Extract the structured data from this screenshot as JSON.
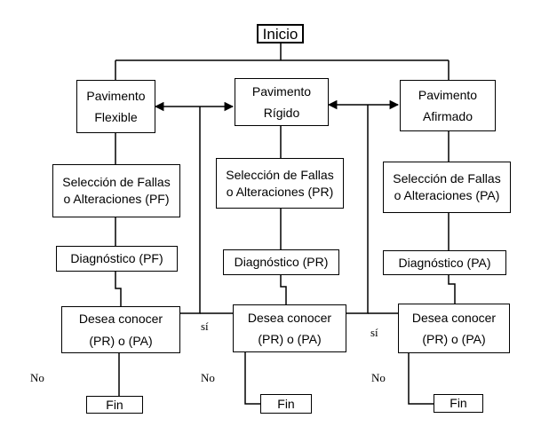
{
  "start": {
    "label": "Inicio"
  },
  "columns": [
    {
      "pavement": [
        "Pavimento",
        "Flexible"
      ],
      "selection": [
        "Selección de Fallas",
        "o Alteraciones (PF)"
      ],
      "diagnosis": "Diagnóstico (PF)",
      "question": [
        "Desea conocer",
        "(PR) o (PA)"
      ],
      "no_label": "No",
      "end": "Fin"
    },
    {
      "pavement": [
        "Pavimento",
        "Rígido"
      ],
      "selection": [
        "Selección de Fallas",
        "o Alteraciones (PR)"
      ],
      "diagnosis": "Diagnóstico (PR)",
      "question": [
        "Desea conocer",
        "(PR) o (PA)"
      ],
      "no_label": "No",
      "end": "Fin"
    },
    {
      "pavement": [
        "Pavimento",
        "Afirmado"
      ],
      "selection": [
        "Selección de Fallas",
        "o Alteraciones (PA)"
      ],
      "diagnosis": "Diagnóstico (PA)",
      "question": [
        "Desea conocer",
        "(PR) o (PA)"
      ],
      "no_label": "No",
      "end": "Fin"
    }
  ],
  "yes_labels": [
    "sí",
    "sí"
  ]
}
